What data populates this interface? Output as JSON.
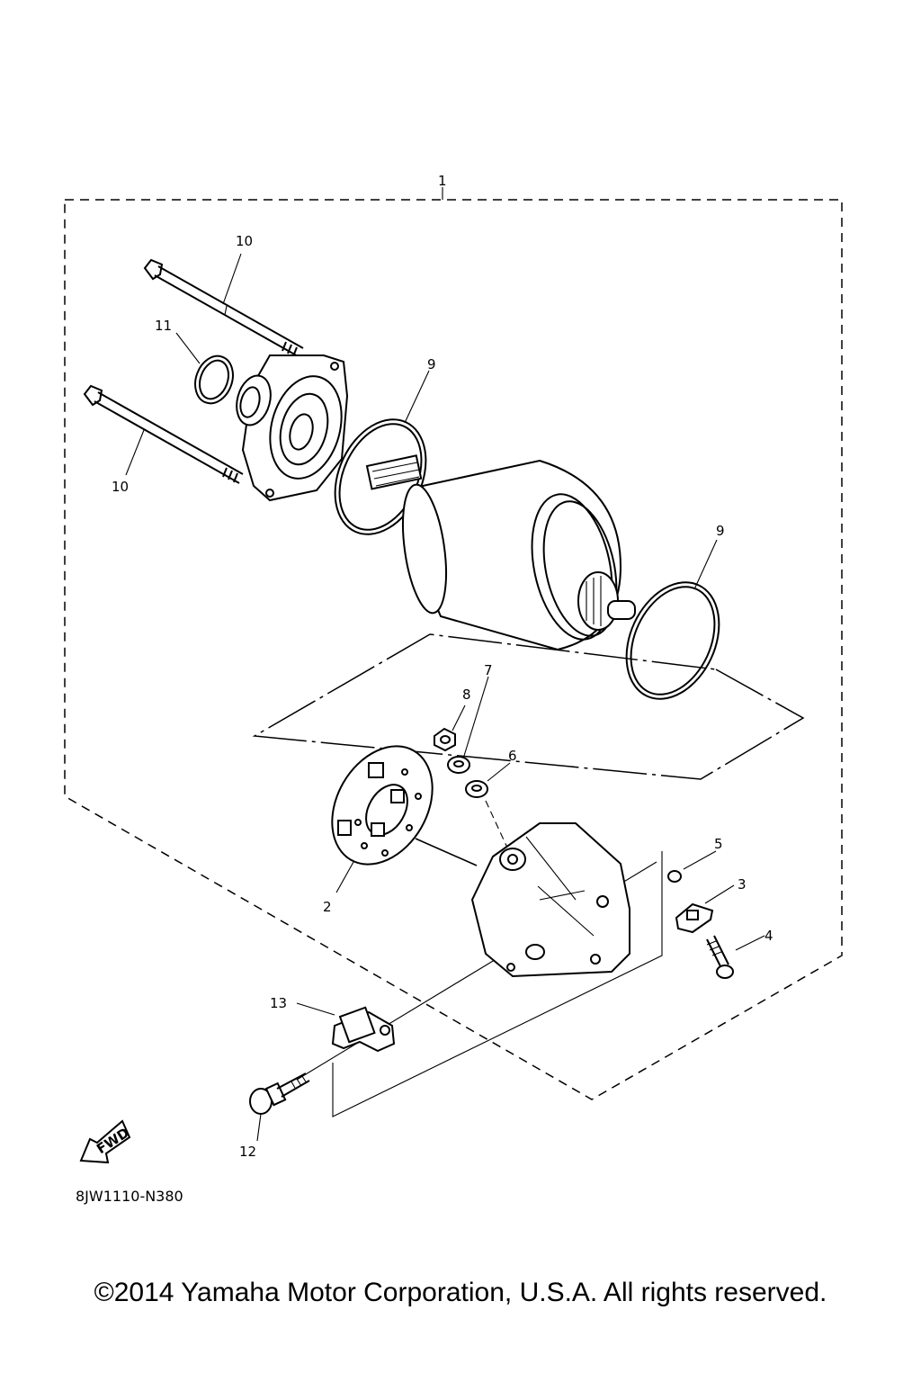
{
  "callouts": [
    {
      "id": "1",
      "text": "1"
    },
    {
      "id": "2",
      "text": "2"
    },
    {
      "id": "3",
      "text": "3"
    },
    {
      "id": "4",
      "text": "4"
    },
    {
      "id": "5",
      "text": "5"
    },
    {
      "id": "6",
      "text": "6"
    },
    {
      "id": "7",
      "text": "7"
    },
    {
      "id": "8",
      "text": "8"
    },
    {
      "id": "9a",
      "text": "9"
    },
    {
      "id": "9b",
      "text": "9"
    },
    {
      "id": "10a",
      "text": "10"
    },
    {
      "id": "10b",
      "text": "10"
    },
    {
      "id": "11",
      "text": "11"
    },
    {
      "id": "12",
      "text": "12"
    },
    {
      "id": "13",
      "text": "13"
    }
  ],
  "fwd_label": "FWD",
  "diagram_code": "8JW1110-N380",
  "copyright": "©2014 Yamaha Motor Corporation, U.S.A. All rights reserved."
}
